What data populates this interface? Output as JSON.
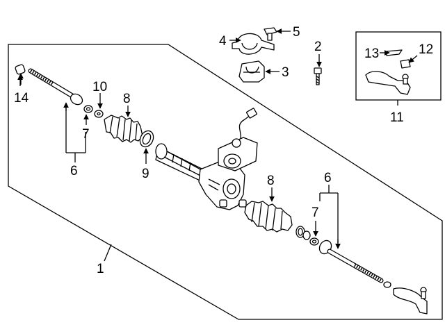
{
  "callouts": {
    "c1": "1",
    "c2": "2",
    "c3": "3",
    "c4": "4",
    "c5": "5",
    "c6_left": "6",
    "c6_right": "6",
    "c7_left": "7",
    "c7_right": "7",
    "c8_left": "8",
    "c8_right": "8",
    "c9": "9",
    "c10": "10",
    "c11": "11",
    "c12": "12",
    "c13": "13",
    "c14": "14"
  }
}
